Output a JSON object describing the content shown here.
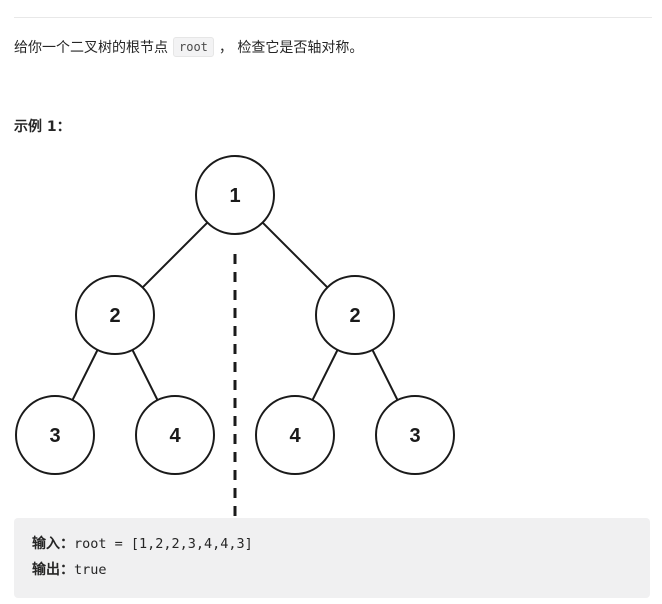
{
  "description": {
    "before_code": "给你一个二叉树的根节点",
    "code": "root",
    "after_code": "， 检查它是否轴对称。"
  },
  "example": {
    "title": "示例 1：",
    "tree": {
      "nodes": [
        {
          "label": "1",
          "level": 0,
          "index": 0
        },
        {
          "label": "2",
          "level": 1,
          "index": 0
        },
        {
          "label": "2",
          "level": 1,
          "index": 1
        },
        {
          "label": "3",
          "level": 2,
          "index": 0
        },
        {
          "label": "4",
          "level": 2,
          "index": 1
        },
        {
          "label": "4",
          "level": 2,
          "index": 2
        },
        {
          "label": "3",
          "level": 2,
          "index": 3
        }
      ],
      "edges": [
        [
          0,
          1
        ],
        [
          0,
          2
        ],
        [
          1,
          3
        ],
        [
          1,
          4
        ],
        [
          2,
          5
        ],
        [
          2,
          6
        ]
      ]
    },
    "input_label": "输入：",
    "input_value": "root = [1,2,2,3,4,4,3]",
    "output_label": "输出：",
    "output_value": "true"
  }
}
